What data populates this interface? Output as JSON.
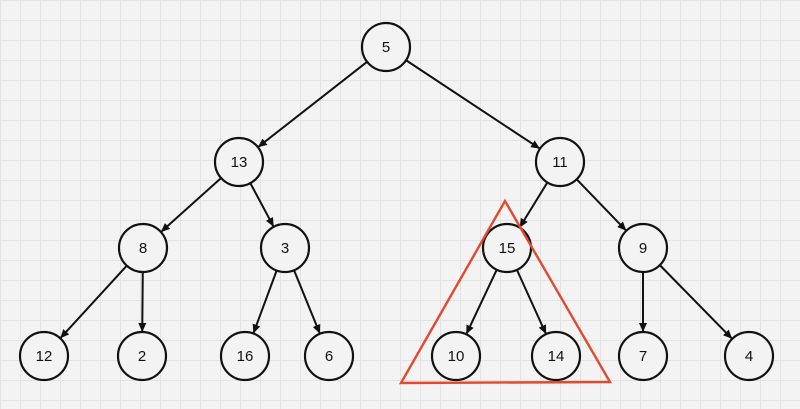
{
  "diagram": {
    "nodes": [
      {
        "id": "n5",
        "label": "5"
      },
      {
        "id": "n13",
        "label": "13"
      },
      {
        "id": "n11",
        "label": "11"
      },
      {
        "id": "n8",
        "label": "8"
      },
      {
        "id": "n3",
        "label": "3"
      },
      {
        "id": "n15",
        "label": "15"
      },
      {
        "id": "n9",
        "label": "9"
      },
      {
        "id": "n12",
        "label": "12"
      },
      {
        "id": "n2",
        "label": "2"
      },
      {
        "id": "n16",
        "label": "16"
      },
      {
        "id": "n6",
        "label": "6"
      },
      {
        "id": "n10",
        "label": "10"
      },
      {
        "id": "n14",
        "label": "14"
      },
      {
        "id": "n7",
        "label": "7"
      },
      {
        "id": "n4",
        "label": "4"
      }
    ],
    "edges": [
      {
        "from": "n5",
        "to": "n13"
      },
      {
        "from": "n5",
        "to": "n11"
      },
      {
        "from": "n13",
        "to": "n8"
      },
      {
        "from": "n13",
        "to": "n3"
      },
      {
        "from": "n11",
        "to": "n15"
      },
      {
        "from": "n11",
        "to": "n9"
      },
      {
        "from": "n8",
        "to": "n12"
      },
      {
        "from": "n8",
        "to": "n2"
      },
      {
        "from": "n3",
        "to": "n16"
      },
      {
        "from": "n3",
        "to": "n6"
      },
      {
        "from": "n15",
        "to": "n10"
      },
      {
        "from": "n15",
        "to": "n14"
      },
      {
        "from": "n9",
        "to": "n7"
      },
      {
        "from": "n9",
        "to": "n4"
      }
    ],
    "highlight": {
      "shape": "triangle",
      "encloses": [
        "n15",
        "n10",
        "n14"
      ],
      "color": "#e04a2f"
    }
  }
}
